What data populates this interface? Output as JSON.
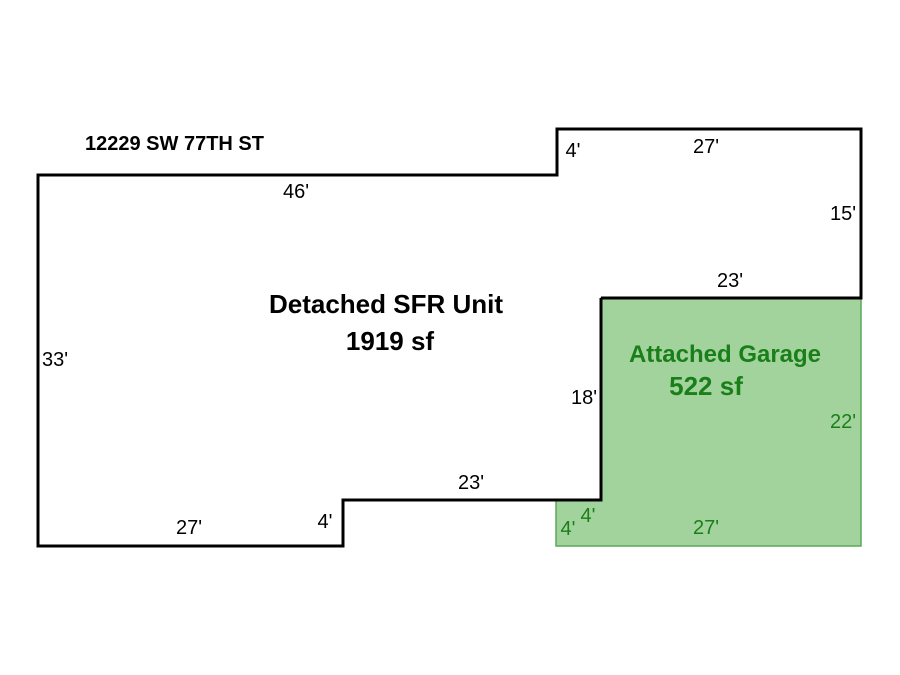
{
  "address": "12229 SW 77TH ST",
  "house": {
    "name": "Detached SFR Unit",
    "area": "1919 sf",
    "dimensions": {
      "top_left": "46'",
      "step_up": "4'",
      "top_right": "27'",
      "right_upper": "15'",
      "garage_top": "23'",
      "left": "33'",
      "garage_left": "18'",
      "bottom_middle": "23'",
      "step_down": "4'",
      "bottom_left": "27'"
    }
  },
  "garage": {
    "name": "Attached Garage",
    "area": "522 sf",
    "fill_color": "#a3d39c",
    "stroke_color": "#4a9a4a",
    "text_color": "#1a7f1a",
    "dimensions": {
      "right": "22'",
      "bottom": "27'",
      "left_lower_green": "4'",
      "left_lower_black": "4'"
    }
  },
  "colors": {
    "outline": "#000000",
    "text": "#000000"
  }
}
